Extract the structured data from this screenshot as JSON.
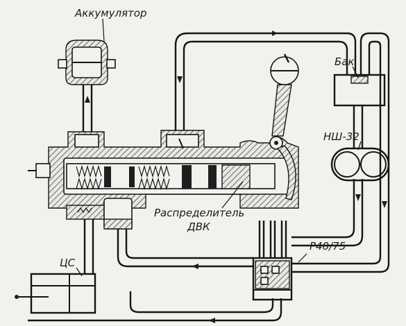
{
  "labels": {
    "accumulator": "Аккумулятор",
    "tank": "Бак",
    "pump": "НШ-32",
    "distributor_line1": "Распределитель",
    "distributor_line2": "ДВК",
    "valve": "Р40/75",
    "cylinder": "ЦС"
  }
}
